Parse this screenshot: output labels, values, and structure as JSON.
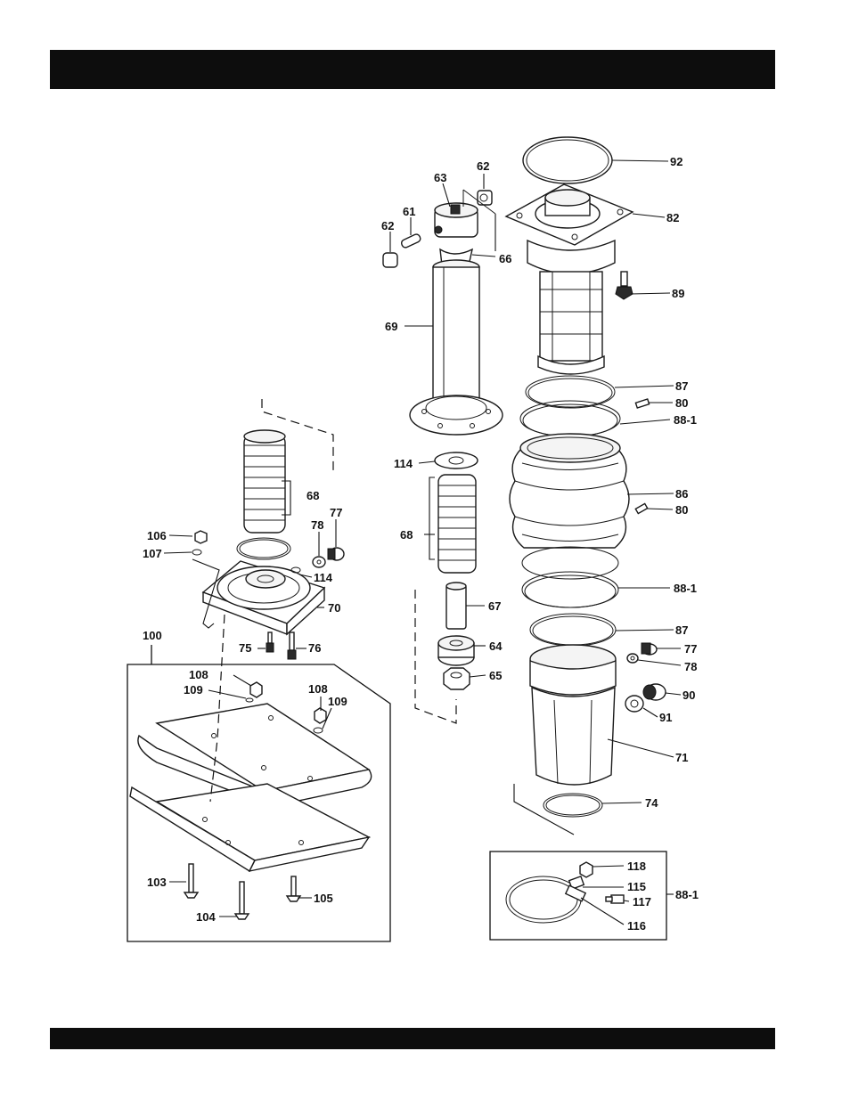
{
  "header_bar": {
    "color": "#0d0d0d"
  },
  "footer_bar": {
    "color": "#0d0d0d"
  },
  "labels": {
    "p92": "92",
    "p82": "82",
    "p89": "89",
    "p87a": "87",
    "p80a": "80",
    "p88_1a": "88-1",
    "p86": "86",
    "p80b": "80",
    "p88_1b": "88-1",
    "p87b": "87",
    "p77b": "77",
    "p78b": "78",
    "p90": "90",
    "p91": "91",
    "p71": "71",
    "p74": "74",
    "p62a": "62",
    "p63": "63",
    "p61": "61",
    "p62b": "62",
    "p66": "66",
    "p69": "69",
    "p114a": "114",
    "p68a": "68",
    "p67": "67",
    "p64": "64",
    "p65": "65",
    "p68b": "68",
    "p106": "106",
    "p107": "107",
    "p78a": "78",
    "p77a": "77",
    "p114b": "114",
    "p70": "70",
    "p100": "100",
    "p75": "75",
    "p76": "76",
    "p108a": "108",
    "p109a": "109",
    "p108b": "108",
    "p109b": "109",
    "p103": "103",
    "p104": "104",
    "p105": "105",
    "p118": "118",
    "p115": "115",
    "p117": "117",
    "p116": "116",
    "p88_1c": "88-1"
  }
}
